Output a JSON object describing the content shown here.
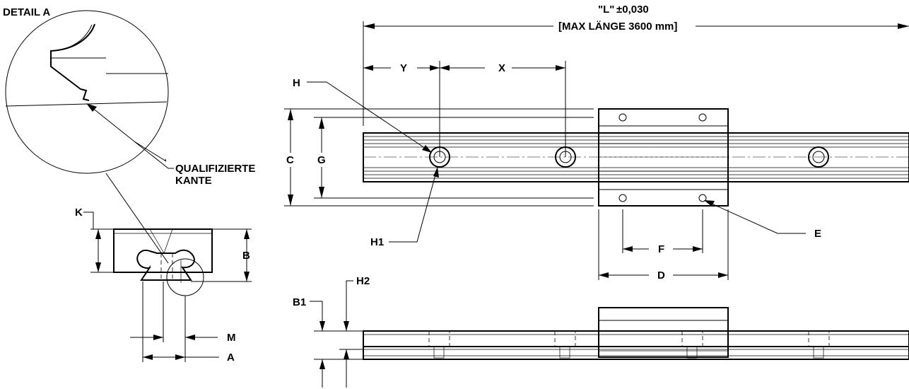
{
  "labels": {
    "detail_title": "DETAIL A",
    "length": "\"L\"",
    "tolerance": "±0,030",
    "max_length": "[MAX LÄNGE 3600 mm]",
    "Y": "Y",
    "X": "X",
    "H": "H",
    "C": "C",
    "G": "G",
    "H1": "H1",
    "E": "E",
    "F": "F",
    "D": "D",
    "H2": "H2",
    "B1": "B1",
    "K": "K",
    "B": "B",
    "M": "M",
    "A": "A",
    "edge_line1": "QUALIFIZIERTE",
    "edge_line2": "KANTE"
  }
}
